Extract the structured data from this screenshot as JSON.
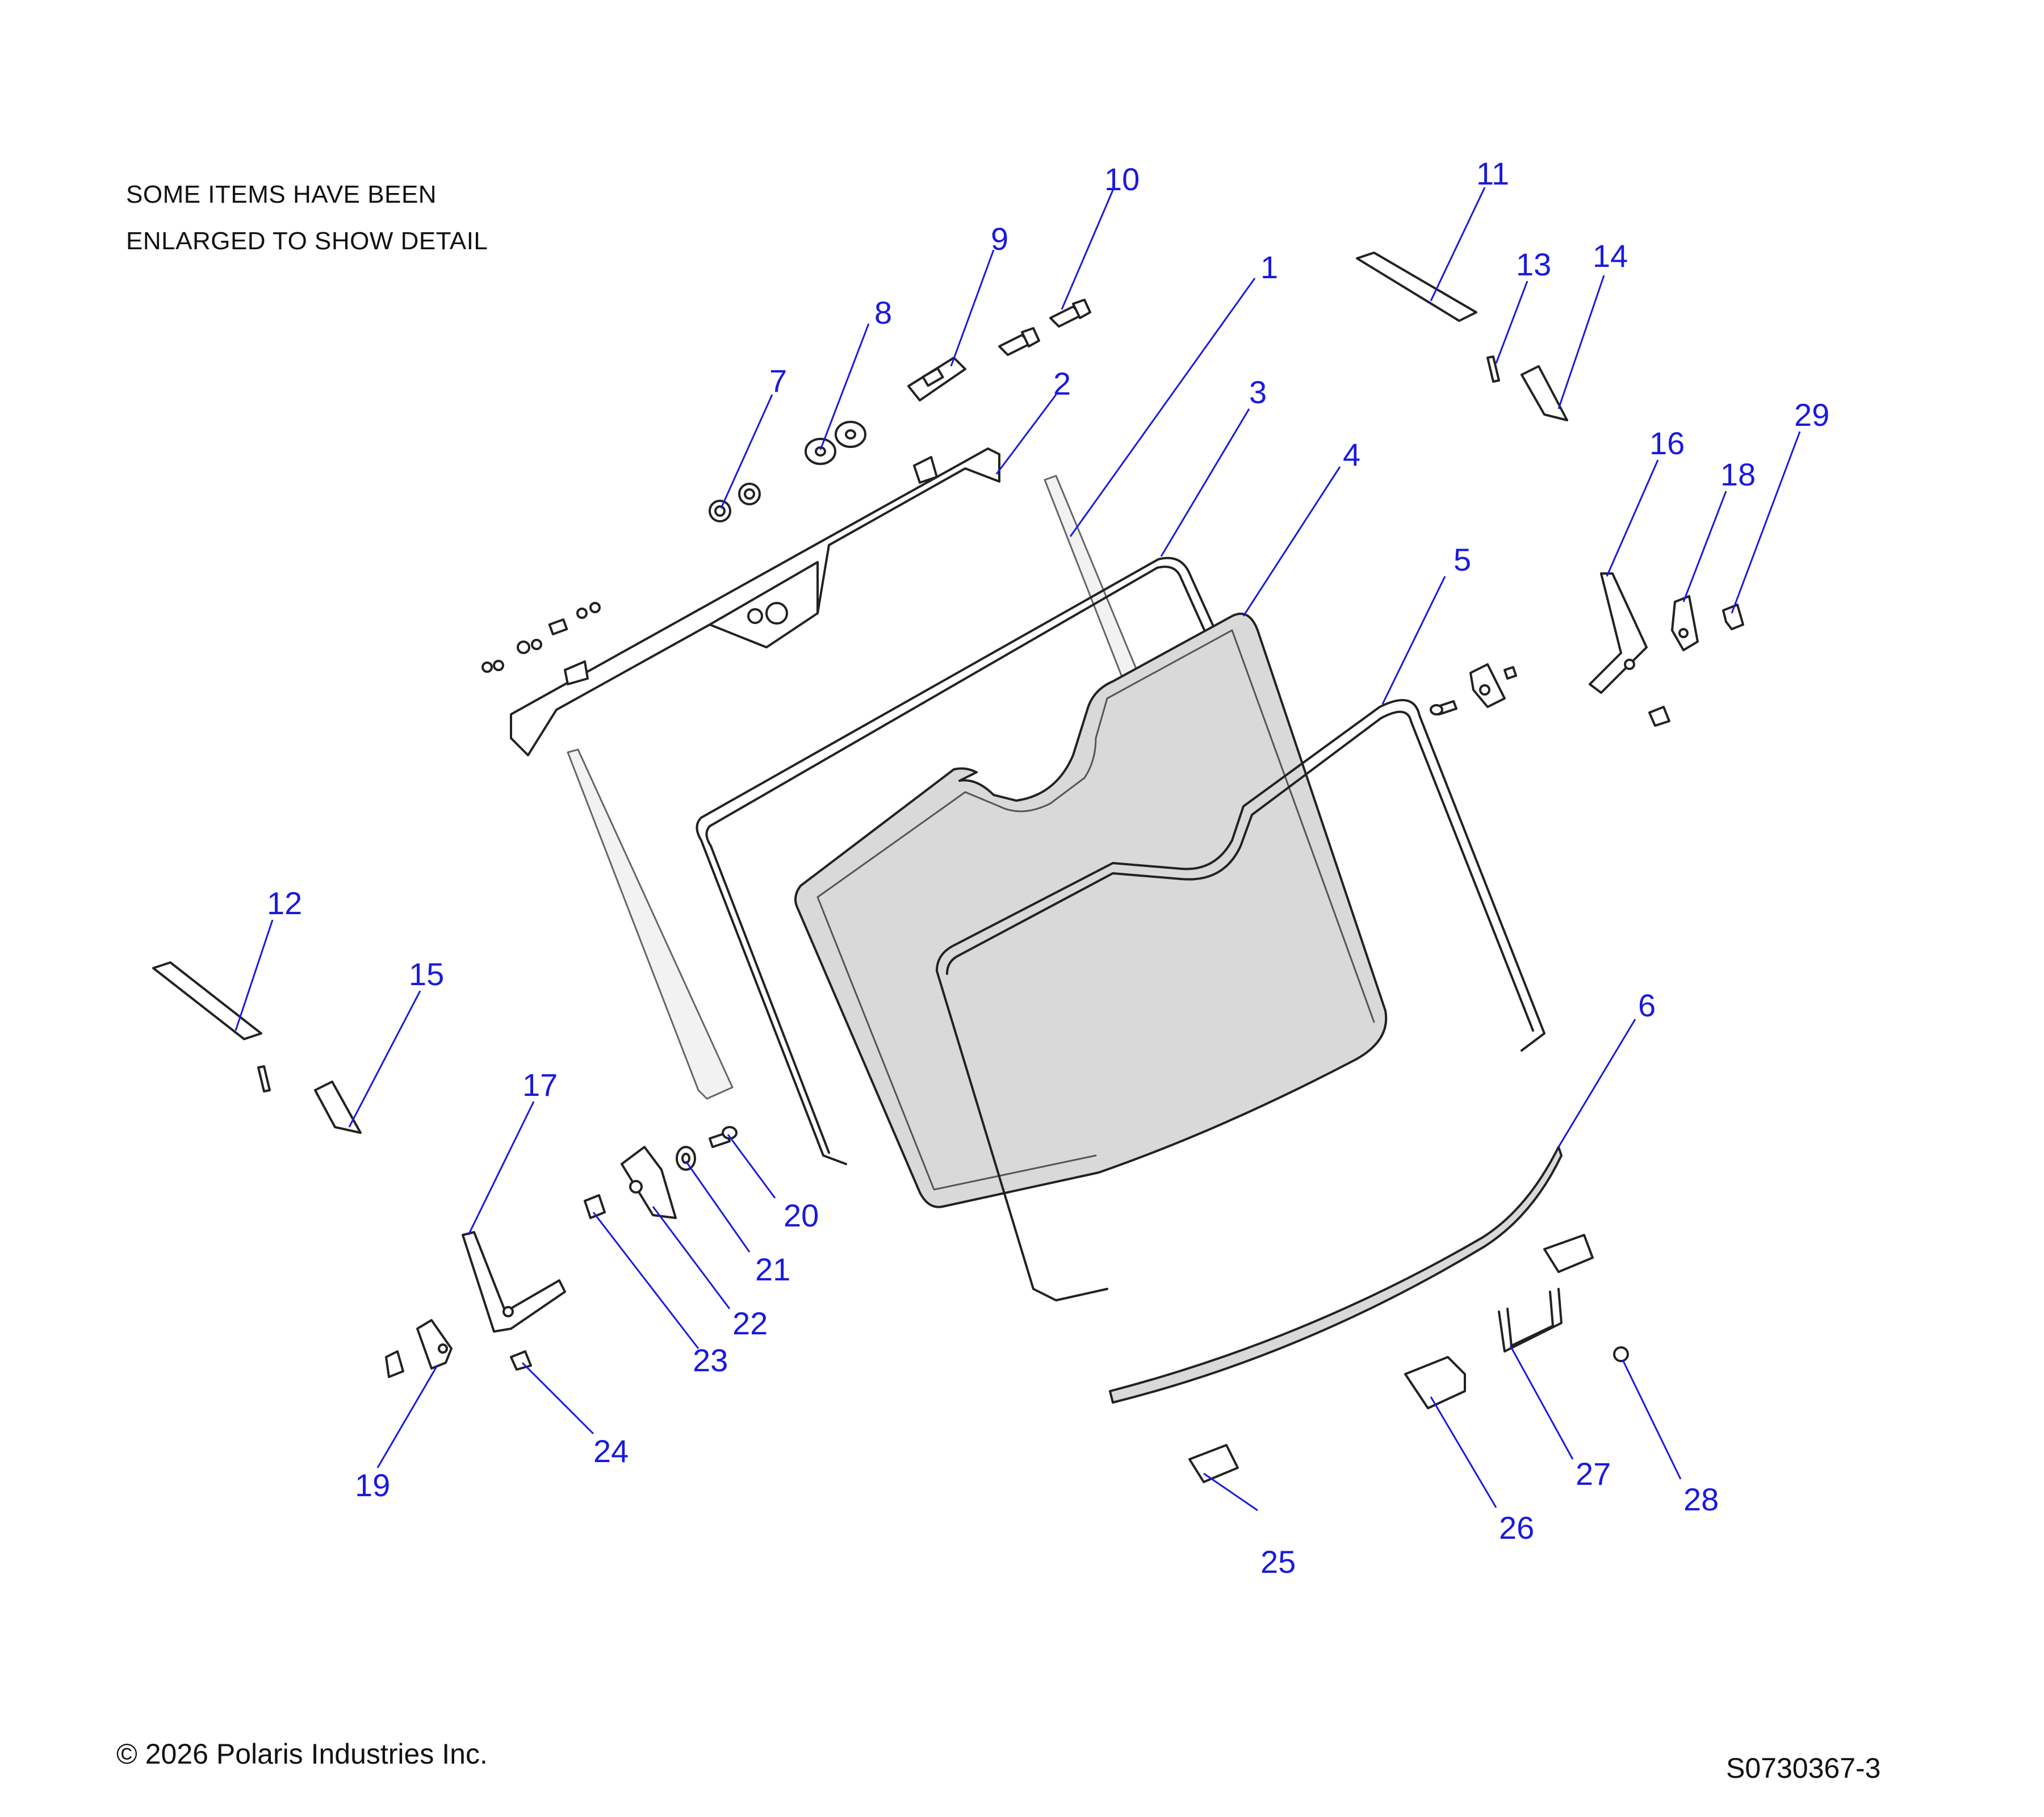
{
  "note": {
    "line1": "SOME ITEMS HAVE BEEN",
    "line2": "ENLARGED TO SHOW DETAIL"
  },
  "footer": {
    "copyright": "© 2026 Polaris Industries Inc.",
    "drawing_number": "S0730367-3"
  },
  "callouts": [
    "1",
    "2",
    "3",
    "4",
    "5",
    "6",
    "7",
    "8",
    "9",
    "10",
    "11",
    "12",
    "13",
    "14",
    "15",
    "16",
    "17",
    "18",
    "19",
    "20",
    "21",
    "22",
    "23",
    "24",
    "25",
    "26",
    "27",
    "28",
    "29"
  ],
  "colors": {
    "callout_text": "#1a1adc",
    "line_art": "#222222",
    "glass_fill": "#d9d9d9"
  }
}
